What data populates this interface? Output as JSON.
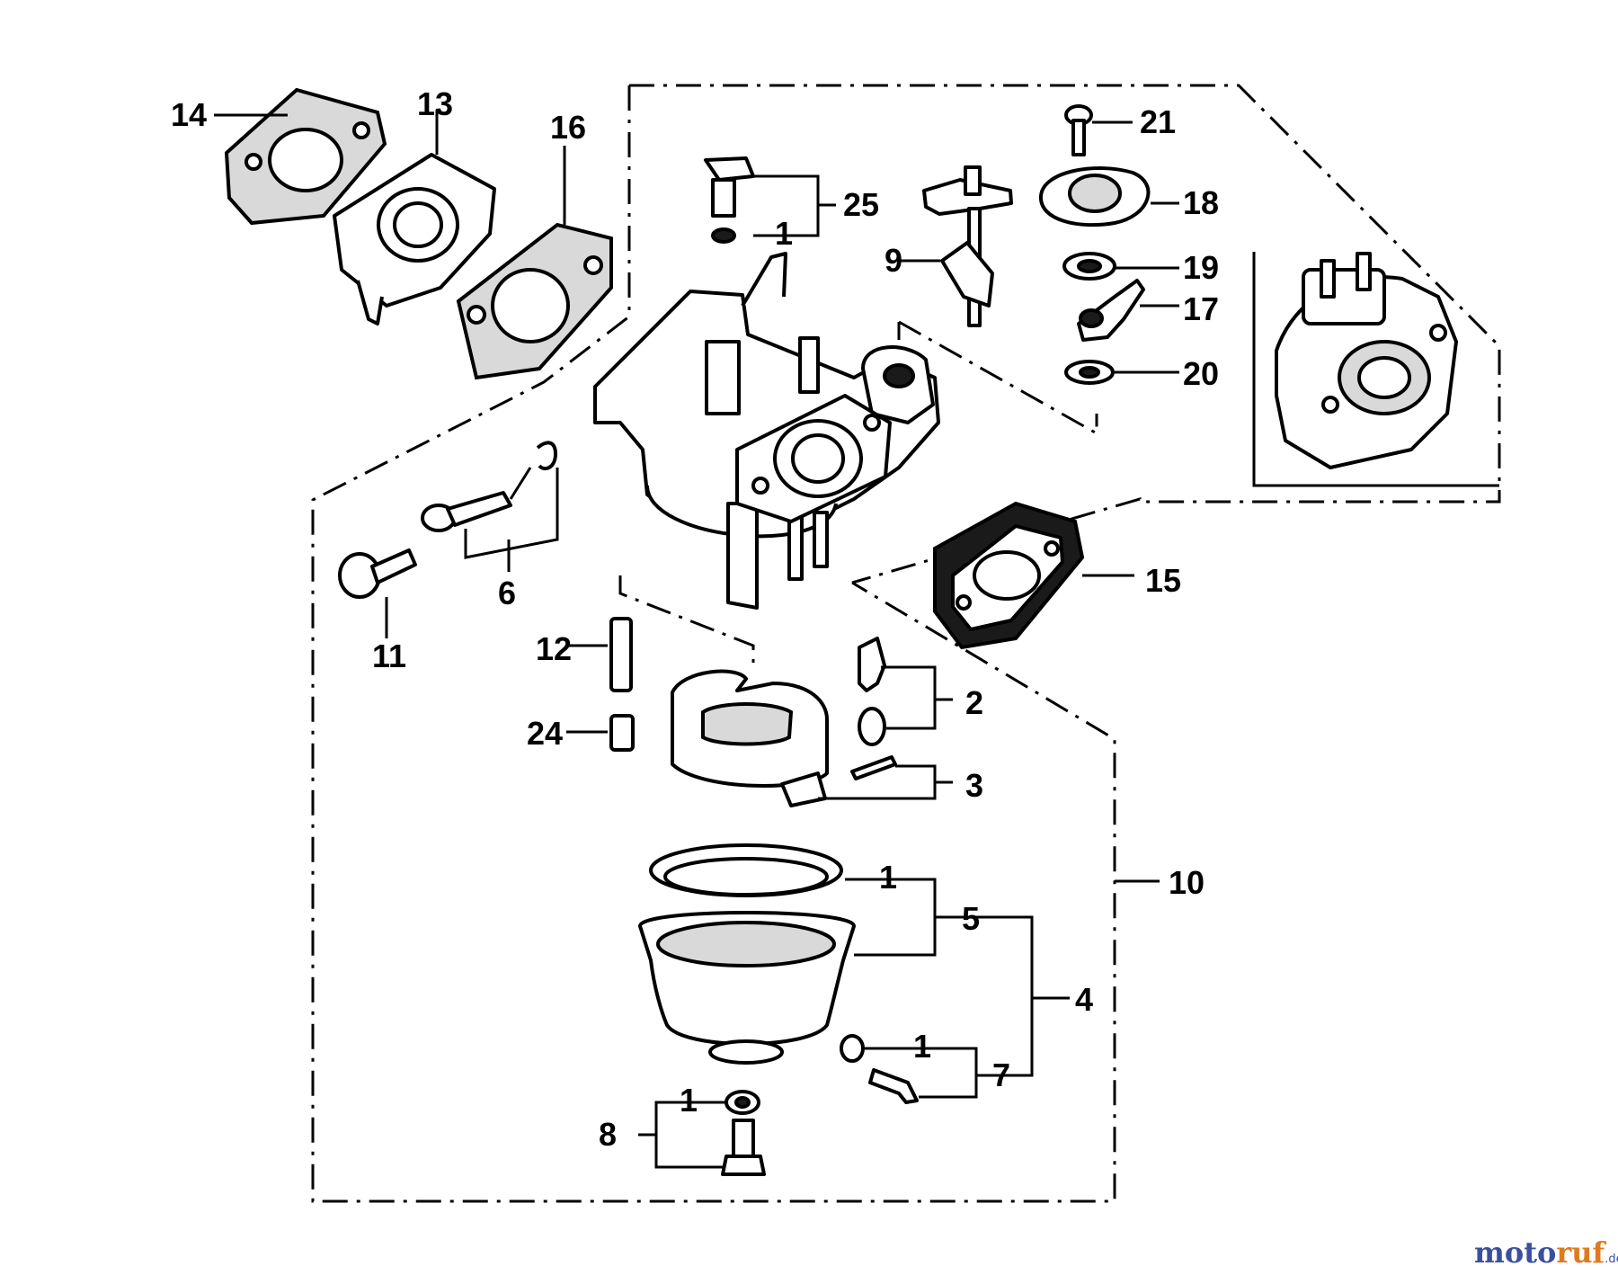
{
  "diagram": {
    "callouts": {
      "c14": "14",
      "c13": "13",
      "c16": "16",
      "c21": "21",
      "c25": "25",
      "c1_top": "1",
      "c18": "18",
      "c9": "9",
      "c19": "19",
      "c17": "17",
      "c20": "20",
      "c6": "6",
      "c11": "11",
      "c15": "15",
      "c12": "12",
      "c2": "2",
      "c24": "24",
      "c3": "3",
      "c10": "10",
      "c1_bowl": "1",
      "c5": "5",
      "c4": "4",
      "c1_washer": "1",
      "c7": "7",
      "c1_drain": "1",
      "c8": "8"
    }
  },
  "watermark": {
    "brand_a": "moto",
    "brand_b": "ruf",
    "suffix": ".de"
  }
}
